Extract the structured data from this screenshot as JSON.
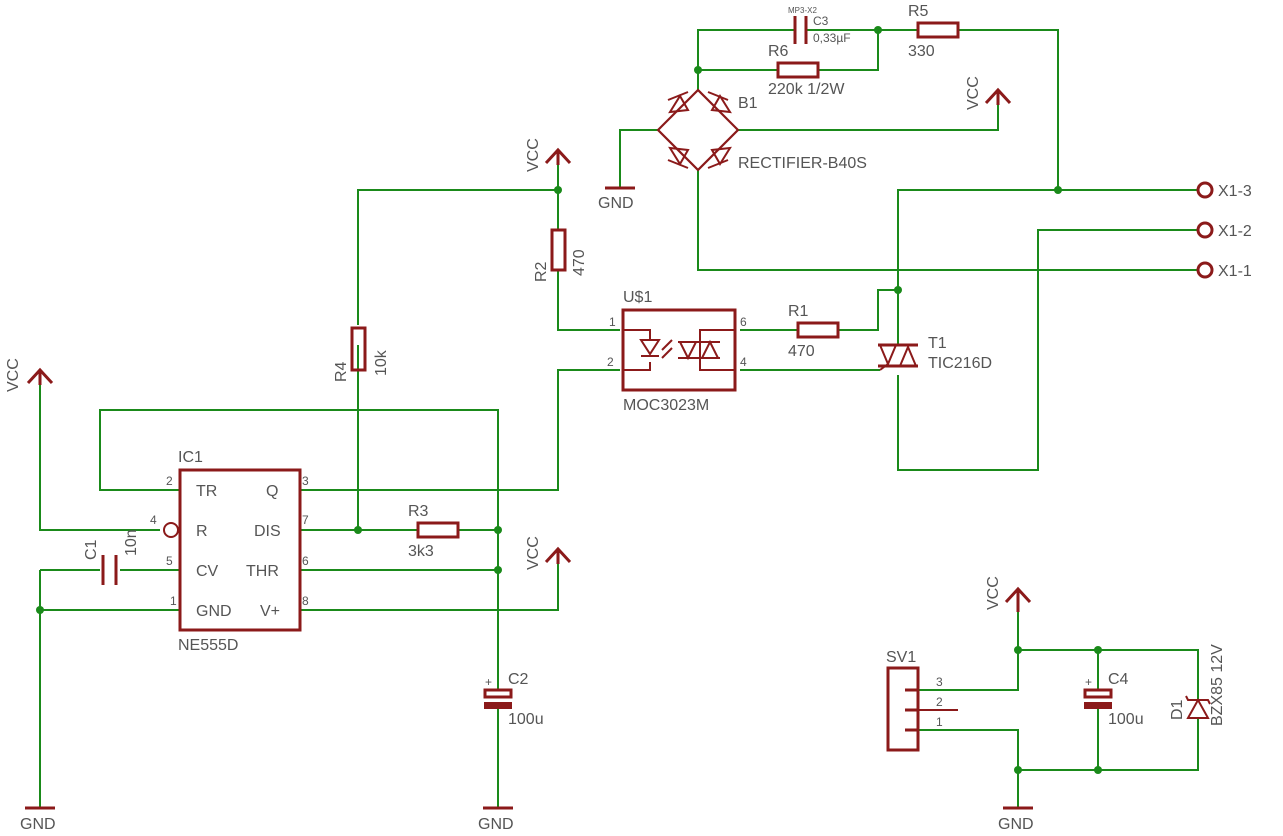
{
  "components": {
    "ic1": {
      "name": "IC1",
      "value": "NE555D",
      "pins": [
        {
          "num": "2",
          "label": "TR"
        },
        {
          "num": "4",
          "label": "R"
        },
        {
          "num": "5",
          "label": "CV"
        },
        {
          "num": "1",
          "label": "GND"
        },
        {
          "num": "3",
          "label": "Q"
        },
        {
          "num": "7",
          "label": "DIS"
        },
        {
          "num": "6",
          "label": "THR"
        },
        {
          "num": "8",
          "label": "V+"
        }
      ]
    },
    "u1": {
      "name": "U$1",
      "value": "MOC3023M",
      "pins": [
        "1",
        "2",
        "6",
        "4"
      ]
    },
    "r1": {
      "name": "R1",
      "value": "470"
    },
    "r2": {
      "name": "R2",
      "value": "470"
    },
    "r3": {
      "name": "R3",
      "value": "3k3"
    },
    "r4": {
      "name": "R4",
      "value": "10k"
    },
    "r5": {
      "name": "R5",
      "value": "330"
    },
    "r6": {
      "name": "R6",
      "value": "220k 1/2W"
    },
    "c1": {
      "name": "C1",
      "value": "10n"
    },
    "c2": {
      "name": "C2",
      "value": "100u"
    },
    "c3": {
      "name": "C3",
      "value": "0,33µF",
      "package": "MP3-X2"
    },
    "c4": {
      "name": "C4",
      "value": "100u"
    },
    "b1": {
      "name": "B1",
      "value": "RECTIFIER-B40S"
    },
    "t1": {
      "name": "T1",
      "value": "TIC216D"
    },
    "d1": {
      "name": "D1",
      "value": "BZX85 12V"
    },
    "sv1": {
      "name": "SV1",
      "pins": [
        "3",
        "2",
        "1"
      ]
    },
    "x1": {
      "pins": [
        "X1-3",
        "X1-2",
        "X1-1"
      ]
    }
  },
  "supply": {
    "vcc": "VCC",
    "gnd": "GND"
  },
  "colors": {
    "wire": "#1a8a1a",
    "part": "#8b1a1a",
    "label": "#555555"
  }
}
